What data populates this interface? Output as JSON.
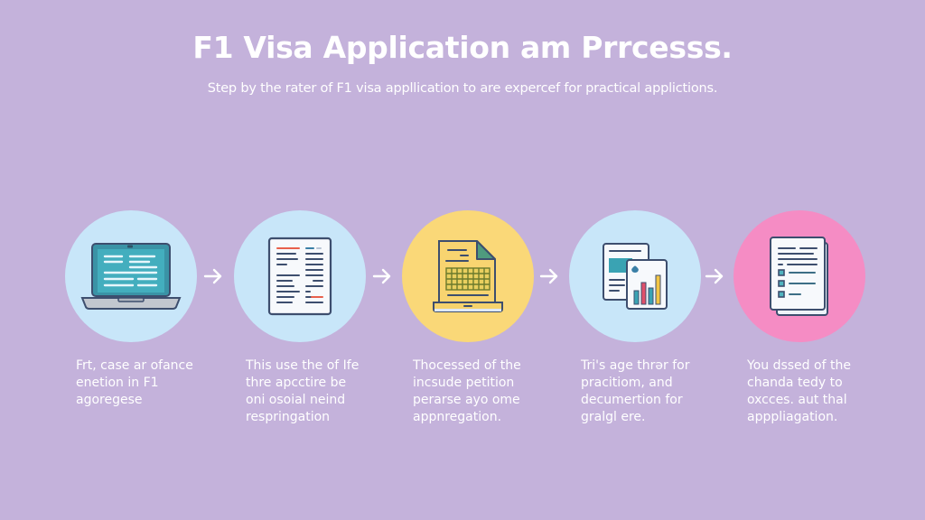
{
  "header": {
    "title": "F1 Visa Application am Prrcesss.",
    "subtitle": "Step by the rater of F1 visa appllication to are expercef for practical applictions."
  },
  "colors": {
    "background": "#c4b2db",
    "circle_blue": "#c8e6f9",
    "circle_yellow": "#fad878",
    "circle_pink": "#f58cc4",
    "icon_stroke": "#3d4e6e",
    "icon_teal": "#3aa3b3",
    "text": "#ffffff"
  },
  "steps": [
    {
      "icon": "laptop-document-icon",
      "circle_color": "#c8e6f9",
      "text_lines": [
        "Frt, case ar ofance",
        "enetion in F1",
        "agoregese"
      ]
    },
    {
      "icon": "form-document-icon",
      "circle_color": "#c8e6f9",
      "text_lines": [
        "This use the of Ife",
        "thre apcctire be",
        "oni osoial neind",
        "respringation"
      ]
    },
    {
      "icon": "document-grid-icon",
      "circle_color": "#fad878",
      "text_lines": [
        "Thocessed of the",
        "incsude petition",
        "perarse ayo ome",
        "appnregation."
      ]
    },
    {
      "icon": "report-chart-icon",
      "circle_color": "#c8e6f9",
      "text_lines": [
        "Tri's age thrər for",
        "pracitiom, and",
        "decumertion for",
        "gralgl ere."
      ]
    },
    {
      "icon": "checklist-document-icon",
      "circle_color": "#f58cc4",
      "text_lines": [
        "You dssed of the",
        "chanda tedy to",
        "oxcces. aut thal",
        "apppliagation."
      ]
    }
  ],
  "arrows": [
    "arrow-right",
    "arrow-right",
    "arrow-right",
    "arrow-right"
  ]
}
